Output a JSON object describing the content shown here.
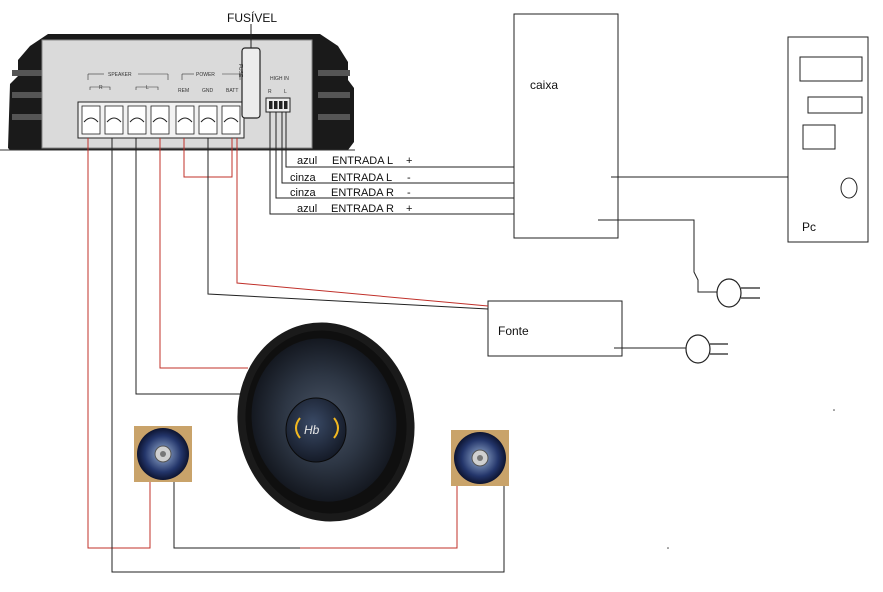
{
  "amplifier": {
    "fuse_label": "FUSÍVEL",
    "fuse_side_text": "FUSE",
    "speaker_label": "SPEAKER",
    "power_label": "POWER",
    "terminal_labels": [
      "REM",
      "GND",
      "BATT"
    ],
    "channel_r": "R",
    "channel_l": "L",
    "high_in_label": "HIGH IN",
    "high_in_pins": [
      "R",
      "L"
    ]
  },
  "inputs": [
    {
      "color": "azul",
      "label": "ENTRADA L",
      "sign": "+"
    },
    {
      "color": "cinza",
      "label": "ENTRADA L",
      "sign": "-"
    },
    {
      "color": "cinza",
      "label": "ENTRADA R",
      "sign": "-"
    },
    {
      "color": "azul",
      "label": "ENTRADA R",
      "sign": "+"
    }
  ],
  "caixa": {
    "label": "caixa"
  },
  "pc": {
    "label": "Pc"
  },
  "fonte": {
    "label": "Fonte"
  },
  "subwoofer": {
    "logo": "Hb"
  },
  "colors": {
    "wire_red": "#c0302a",
    "wire_black": "#222222",
    "amp_body": "#d9d9d9"
  }
}
